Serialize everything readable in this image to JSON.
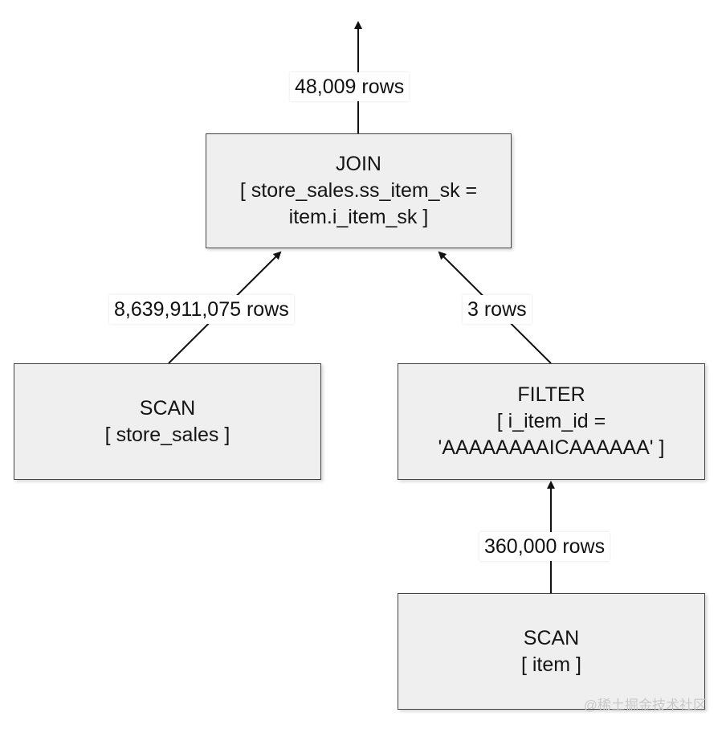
{
  "nodes": {
    "join": {
      "title": "JOIN",
      "line1": "[ store_sales.ss_item_sk =",
      "line2": "item.i_item_sk ]"
    },
    "scan_store_sales": {
      "title": "SCAN",
      "line1": "[ store_sales ]"
    },
    "filter": {
      "title": "FILTER",
      "line1": "[ i_item_id =",
      "line2": "'AAAAAAAAICAAAAAA' ]"
    },
    "scan_item": {
      "title": "SCAN",
      "line1": "[ item ]"
    }
  },
  "edges": {
    "join_output": "48,009 rows",
    "store_sales_to_join": "8,639,911,075 rows",
    "filter_to_join": "3 rows",
    "item_to_filter": "360,000 rows"
  },
  "watermark": "@稀土掘金技术社区"
}
